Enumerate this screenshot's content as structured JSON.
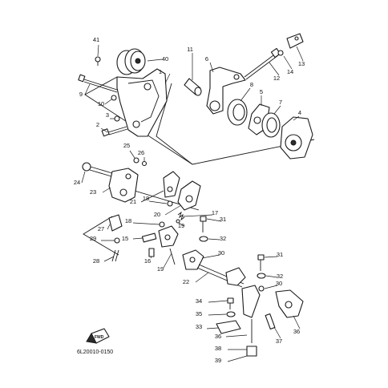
{
  "diagram": {
    "callouts": [
      "1",
      "2",
      "3",
      "4",
      "5",
      "6",
      "7",
      "8",
      "9",
      "10",
      "11",
      "12",
      "13",
      "14",
      "15",
      "16",
      "17",
      "18",
      "18",
      "19",
      "19",
      "20",
      "21",
      "22",
      "23",
      "24",
      "25",
      "26",
      "27",
      "28",
      "29",
      "30",
      "30",
      "31",
      "31",
      "32",
      "32",
      "33",
      "34",
      "35",
      "36",
      "36",
      "37",
      "38",
      "39",
      "40",
      "41"
    ],
    "drawing_code": "6L20010-0150",
    "forward_mark": "FWD"
  }
}
